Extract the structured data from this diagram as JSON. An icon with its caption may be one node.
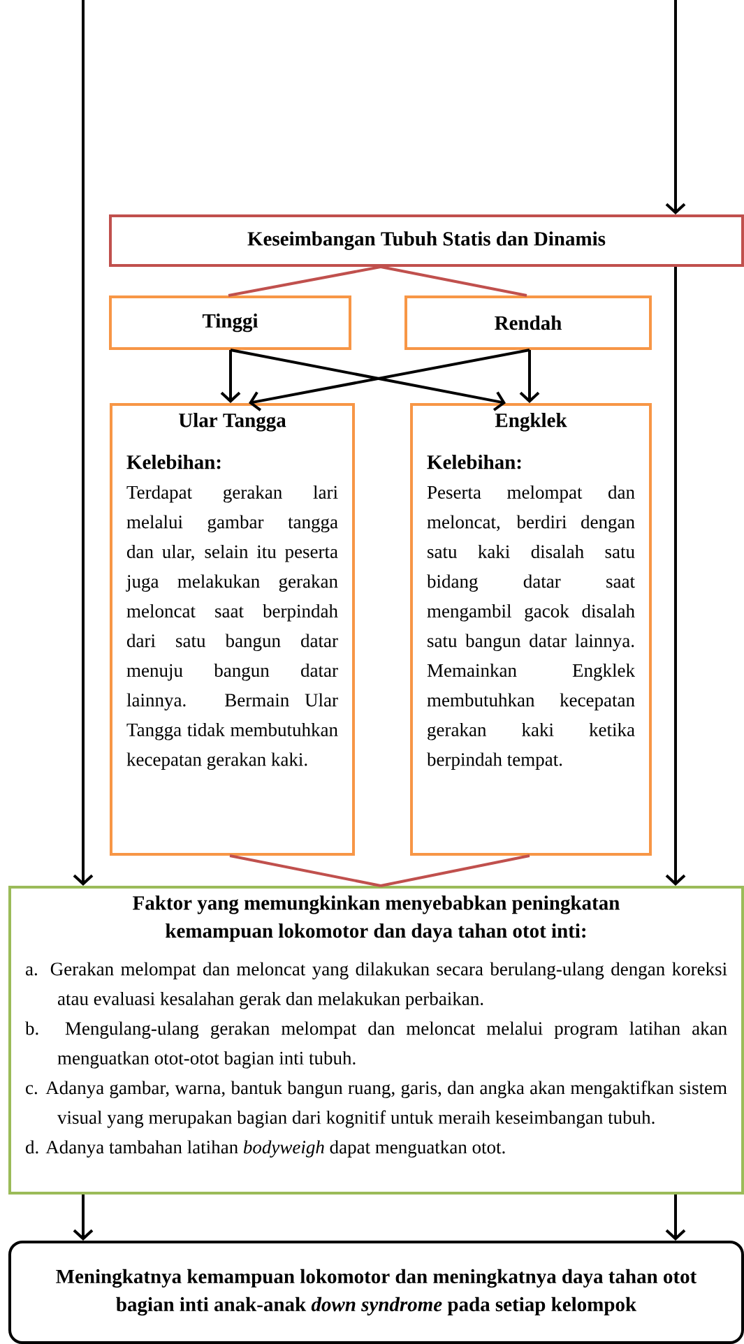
{
  "diagram": {
    "nodes": [
      {
        "text": [
          "Keseimbangan Tubuh Statis dan Dinamis"
        ]
      },
      {
        "text": [
          "Tinggi"
        ]
      },
      {
        "text": [
          "Rendah"
        ]
      },
      {
        "text": [
          "Ular Tangga",
          "Kelebihan:",
          "Terdapat gerakan lari melalui gambar tangga dan ular, selain itu peserta juga melakukan gerakan meloncat saat berpindah dari satu bangun datar menuju bangun datar lainnya. Bermain Ular Tangga tidak membutuhkan kecepatan gerakan kaki."
        ]
      },
      {
        "text": [
          "Engklek",
          "Kelebihan:",
          "Peserta melompat dan meloncat, berdiri dengan satu kaki disalah satu bidang datar saat mengambil gacok disalah satu bangun datar lainnya. Memainkan Engklek membutuhkan kecepatan gerakan kaki ketika berpindah tempat."
        ]
      },
      {
        "text": [
          "Faktor yang memungkinkan menyebabkan peningkatan kemampuan lokomotor dan daya tahan otot inti:",
          "a. Gerakan melompat dan meloncat yang dilakukan secara berulang-ulang dengan koreksi atau evaluasi kesalahan gerak dan melakukan perbaikan.",
          "b. Mengulang-ulang gerakan melompat dan meloncat melalui program latihan akan menguatkan otot-otot bagian inti tubuh.",
          "c. Adanya gambar, warna, bantuk bangun ruang, garis, dan angka akan mengaktifkan sistem visual yang merupakan bagian dari kognitif untuk meraih keseimbangan tubuh.",
          "d. Adanya tambahan latihan *bodyweigh* dapat menguatkan otot."
        ]
      },
      {
        "text": [
          "Meningkatnya kemampuan lokomotor dan meningkatnya daya tahan otot bagian inti anak-anak *down syndrome* pada setiap kelompok"
        ]
      }
    ],
    "edges": [
      {
        "from": null,
        "to": 0,
        "arrow": "to"
      },
      {
        "from": null,
        "to": 5,
        "arrow": "to"
      },
      {
        "from": 0,
        "to": 5,
        "arrow": "to"
      },
      {
        "from": 0,
        "to": 1,
        "arrow": "none",
        "color": "#c0504d"
      },
      {
        "from": 0,
        "to": 2,
        "arrow": "none",
        "color": "#c0504d"
      },
      {
        "from": 1,
        "to": 3,
        "arrow": "to"
      },
      {
        "from": 1,
        "to": 4,
        "arrow": "to"
      },
      {
        "from": 2,
        "to": 3,
        "arrow": "to"
      },
      {
        "from": 2,
        "to": 4,
        "arrow": "to"
      },
      {
        "from": 3,
        "to": 5,
        "arrow": "none",
        "color": "#c0504d"
      },
      {
        "from": 4,
        "to": 5,
        "arrow": "none",
        "color": "#c0504d"
      },
      {
        "from": 5,
        "to": 6,
        "arrow": "to"
      },
      {
        "from": 5,
        "to": 6,
        "arrow": "to"
      }
    ]
  }
}
